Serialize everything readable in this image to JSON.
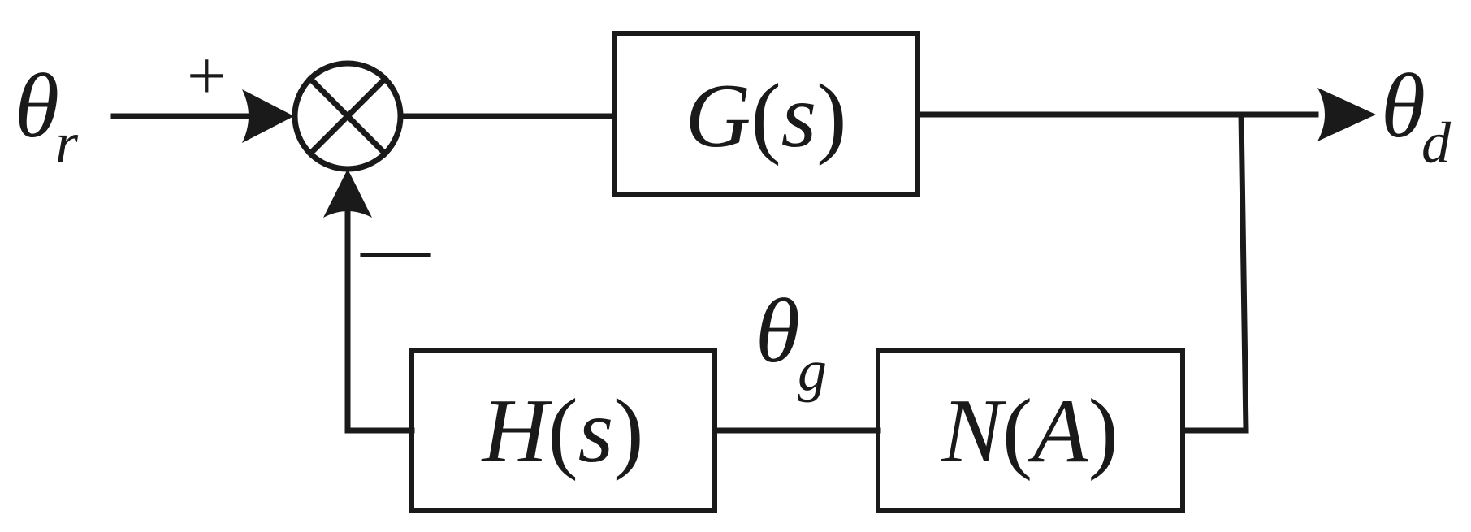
{
  "signals": {
    "input": {
      "symbol": "θ",
      "subscript": "r"
    },
    "output": {
      "symbol": "θ",
      "subscript": "d"
    },
    "feedback": {
      "symbol": "θ",
      "subscript": "g"
    }
  },
  "summing_junction": {
    "plus_sign": "+",
    "minus_sign": "—"
  },
  "blocks": {
    "forward": {
      "func": "G",
      "open": "(",
      "arg": "s",
      "close": ")"
    },
    "feedback_h": {
      "func": "H",
      "open": "(",
      "arg": "s",
      "close": ")"
    },
    "feedback_n": {
      "func": "N",
      "open": "(",
      "arg": "A",
      "close": ")"
    }
  },
  "colors": {
    "line": "#1a1a1a",
    "background": "#ffffff"
  }
}
